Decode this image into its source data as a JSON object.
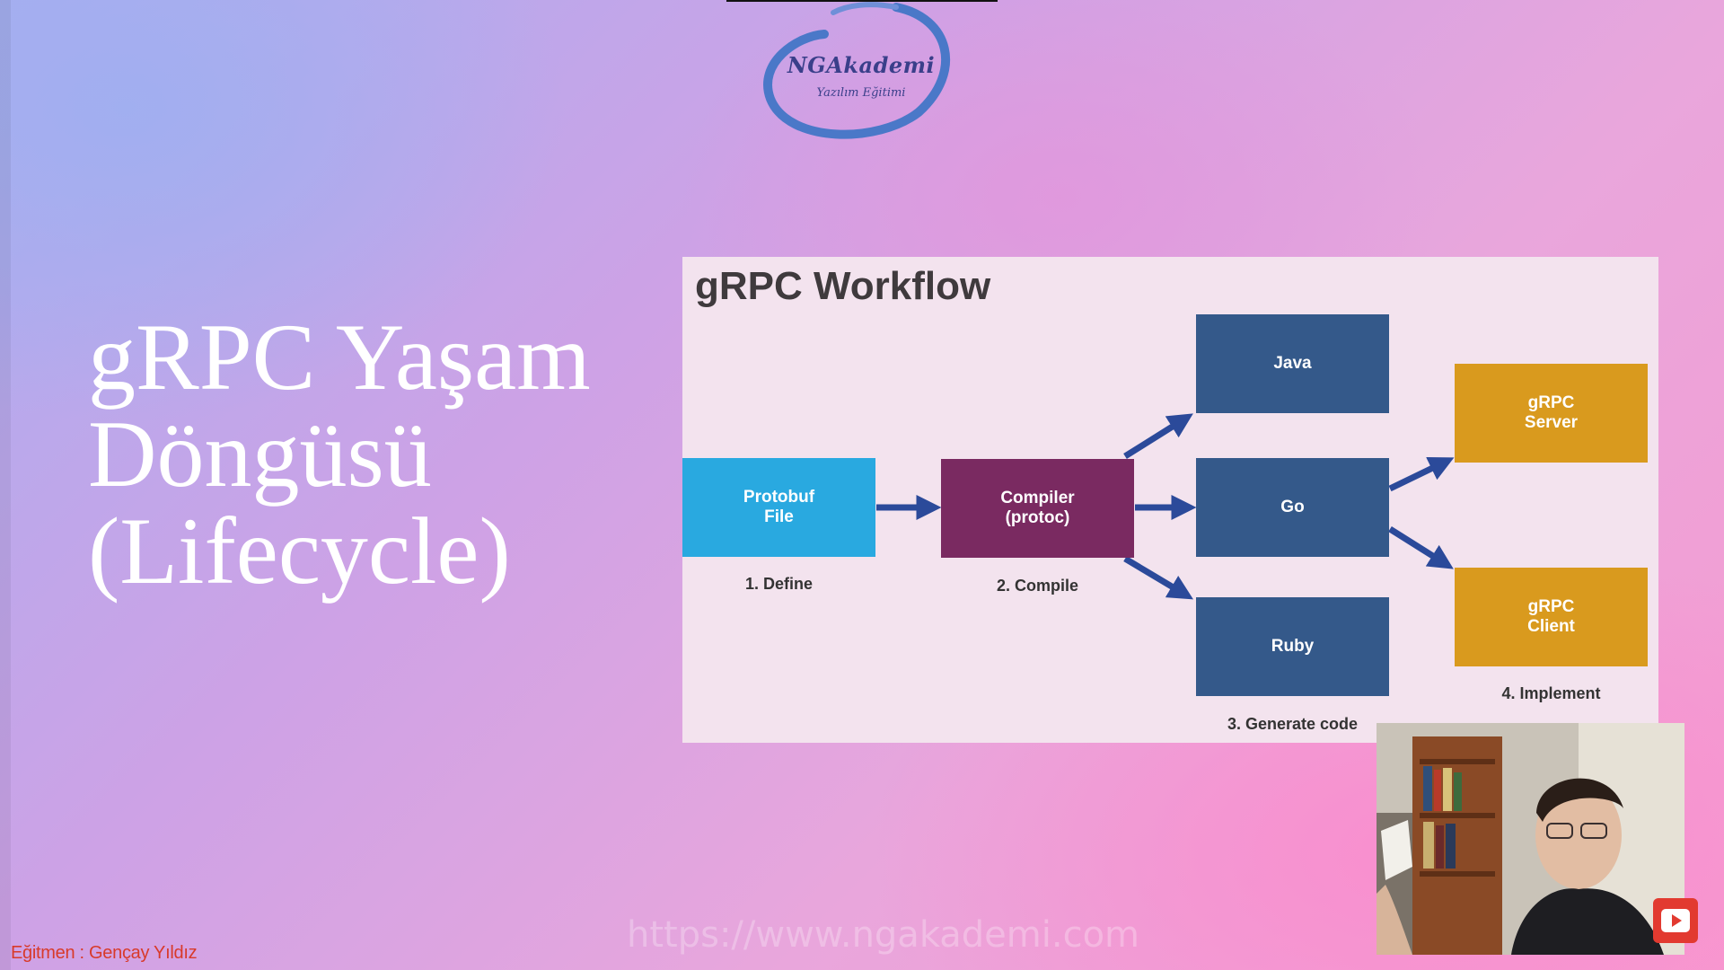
{
  "logo": {
    "title": "NGAkademi",
    "subtitle": "Yazılım Eğitimi"
  },
  "slide": {
    "title_lines": [
      "gRPC Yaşam",
      "Döngüsü",
      "(Lifecycle)"
    ]
  },
  "workflow": {
    "title": "gRPC Workflow",
    "boxes": {
      "protobuf": "Protobuf\nFile",
      "compiler": "Compiler\n(protoc)",
      "java": "Java",
      "go": "Go",
      "ruby": "Ruby",
      "grpc_server": "gRPC\nServer",
      "grpc_client": "gRPC\nClient"
    },
    "steps": {
      "define": "1. Define",
      "compile": "2. Compile",
      "generate": "3. Generate code",
      "implement": "4. Implement"
    }
  },
  "watermark": "https://www.ngakademi.com",
  "instructor_label": "Eğitmen : Gençay Yıldız",
  "colors": {
    "protobuf": "#29a9e0",
    "compiler": "#7a2a61",
    "language": "#34598a",
    "grpc": "#d99a1e",
    "arrow": "#2b4a9a"
  },
  "icons": {
    "video_play": "youtube-play-icon"
  }
}
